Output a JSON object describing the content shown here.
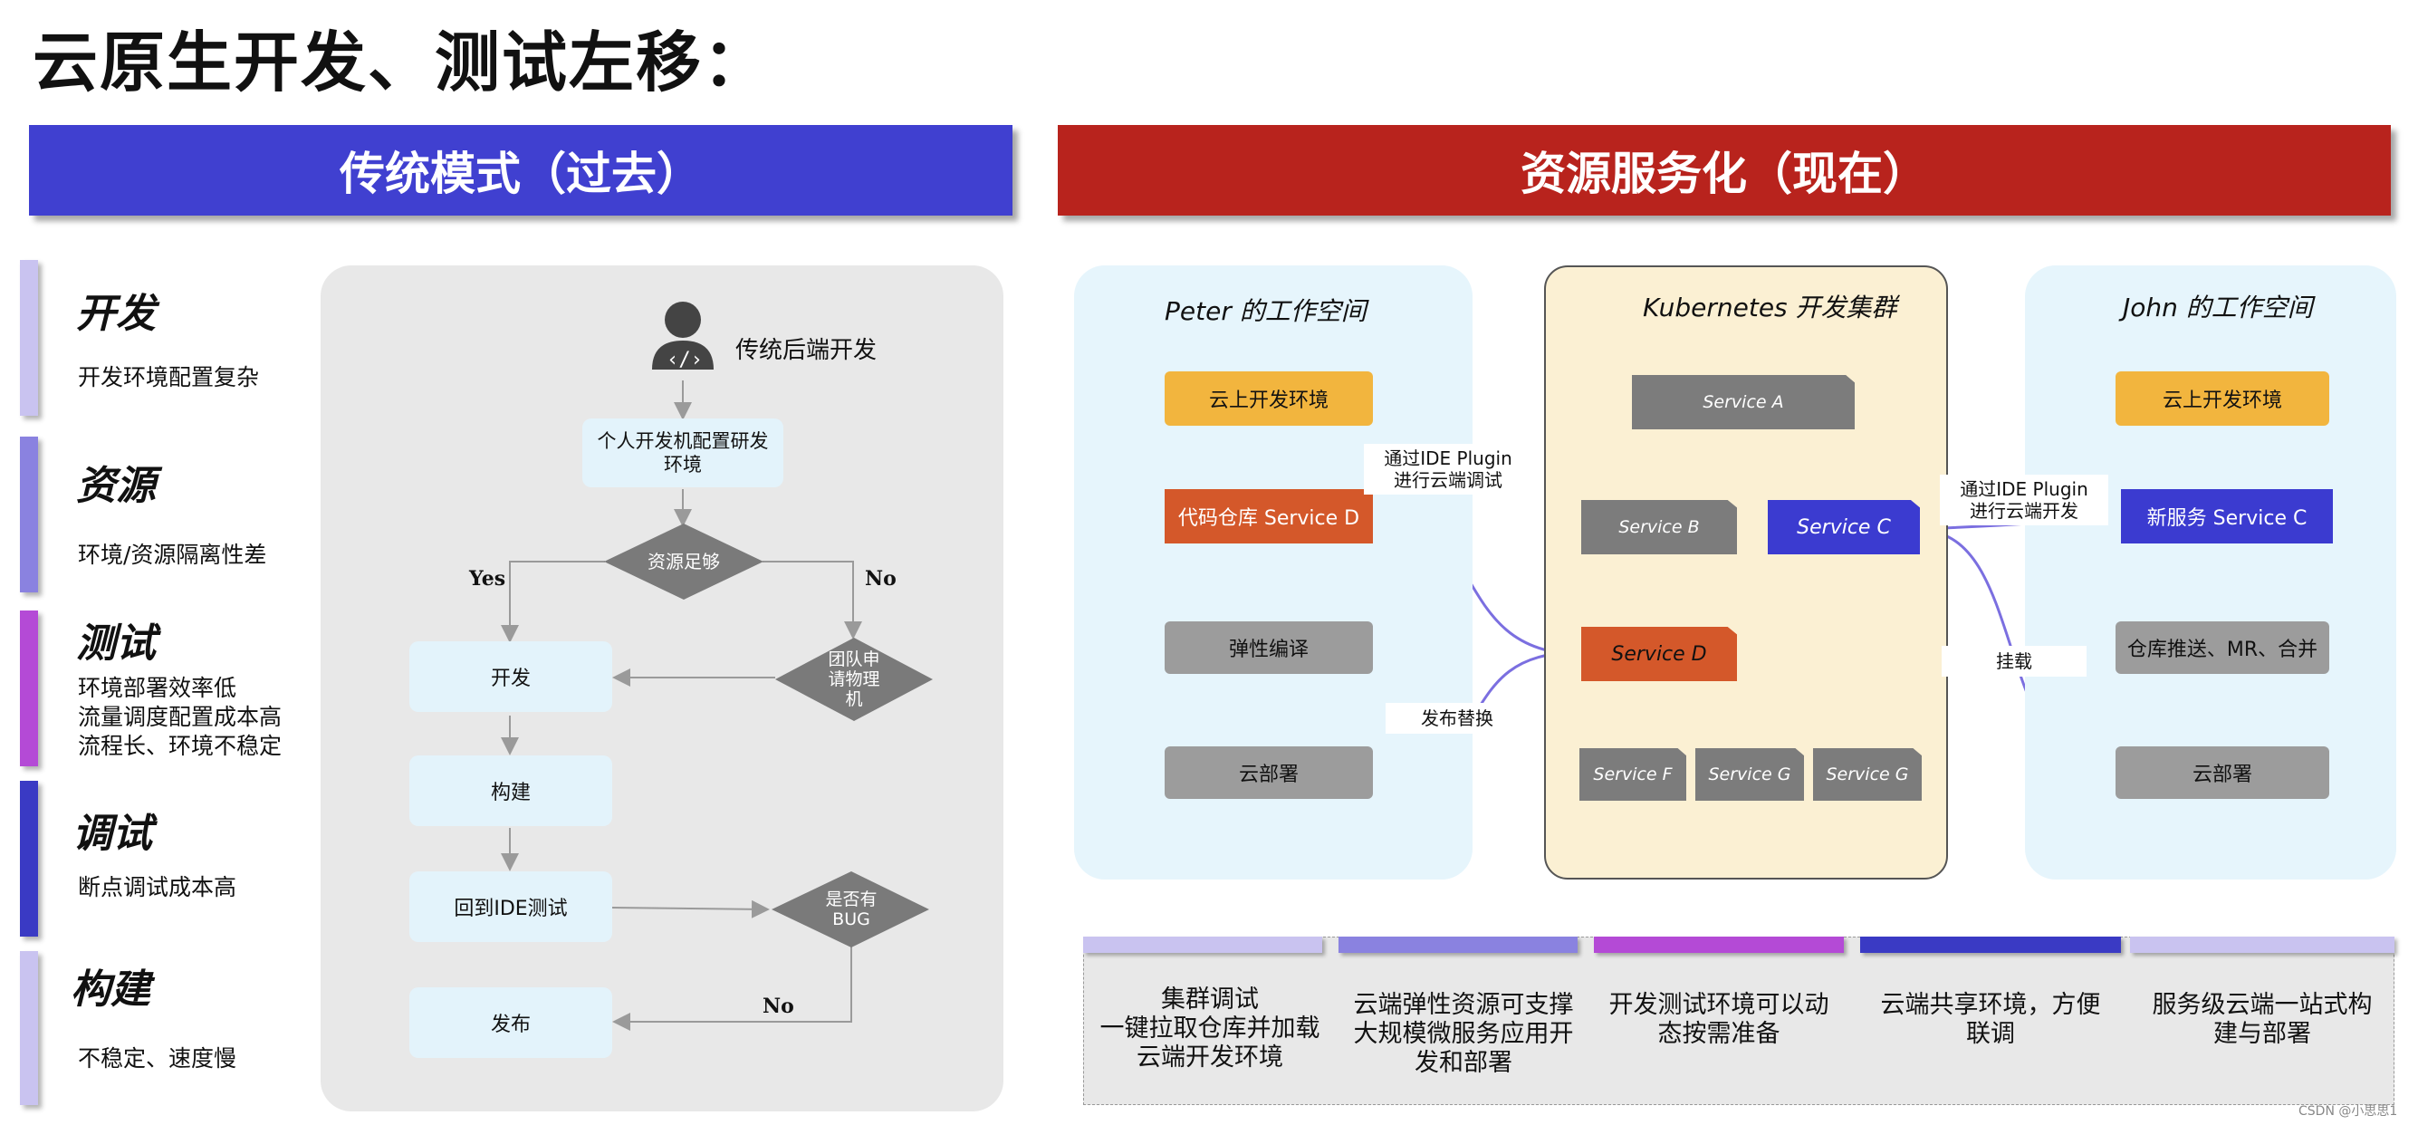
{
  "title": "云原生开发、测试左移：",
  "banner_left": "传统模式（过去）",
  "banner_right": "资源服务化（现在）",
  "categories": [
    {
      "title": "开发",
      "desc": [
        "开发环境配置复杂"
      ],
      "color": "#c9c3f0"
    },
    {
      "title": "资源",
      "desc": [
        "环境/资源隔离性差"
      ],
      "color": "#8a82e0"
    },
    {
      "title": "测试",
      "desc": [
        "环境部署效率低",
        "流量调度配置成本高",
        "流程长、环境不稳定"
      ],
      "color": "#b44ad6"
    },
    {
      "title": "调试",
      "desc": [
        "断点调试成本高"
      ],
      "color": "#3a3ac4"
    },
    {
      "title": "构建",
      "desc": [
        "不稳定、速度慢"
      ],
      "color": "#c9c3f0"
    }
  ],
  "flow": {
    "actor": "传统后端开发",
    "setup": "个人开发机配置研发环境",
    "resource_check": "资源足够",
    "yes": "Yes",
    "no": "No",
    "apply": "团队申请物理机",
    "develop": "开发",
    "build": "构建",
    "ide_test": "回到IDE测试",
    "bug_check": "是否有BUG",
    "no2": "No",
    "release": "发布"
  },
  "peter": {
    "title": "Peter 的工作空间",
    "cloud_env": "云上开发环境",
    "repo": "代码仓库 Service D",
    "compile": "弹性编译",
    "deploy": "云部署",
    "note_ide": [
      "通过IDE Plugin",
      "进行云端调试"
    ],
    "note_replace": "发布替换"
  },
  "k8s": {
    "title": "Kubernetes 开发集群",
    "services": {
      "a": "Service A",
      "b": "Service B",
      "c": "Service C",
      "d": "Service D",
      "f": "Service F",
      "g1": "Service G",
      "g2": "Service G"
    }
  },
  "john": {
    "title": "John 的工作空间",
    "cloud_env": "云上开发环境",
    "new_service": "新服务 Service C",
    "push": "仓库推送、MR、合并",
    "deploy": "云部署",
    "note_ide": [
      "通过IDE Plugin",
      "进行云端开发"
    ],
    "note_mount": "挂载"
  },
  "benefits": [
    {
      "lines": [
        "集群调试",
        "一键拉取仓库并加载",
        "云端开发环境"
      ],
      "color": "#c9c3f0"
    },
    {
      "lines": [
        "云端弹性资源可支撑",
        "大规模微服务应用开",
        "发和部署"
      ],
      "color": "#8a82e0"
    },
    {
      "lines": [
        "开发测试环境可以动",
        "态按需准备"
      ],
      "color": "#b44ad6"
    },
    {
      "lines": [
        "云端共享环境，方便",
        "联调"
      ],
      "color": "#3a3ac4"
    },
    {
      "lines": [
        "服务级云端一站式构",
        "建与部署"
      ],
      "color": "#c9c3f0"
    }
  ],
  "watermark": "CSDN @小思思1",
  "colors": {
    "blue_banner": "#4040d0",
    "red_banner": "#b8231d",
    "orange": "#d4582a",
    "yellow": "#f2b53e",
    "service_blue": "#3b3bd0",
    "service_gray": "#7c7c7c",
    "arrow_purple": "#7b6fe0"
  }
}
